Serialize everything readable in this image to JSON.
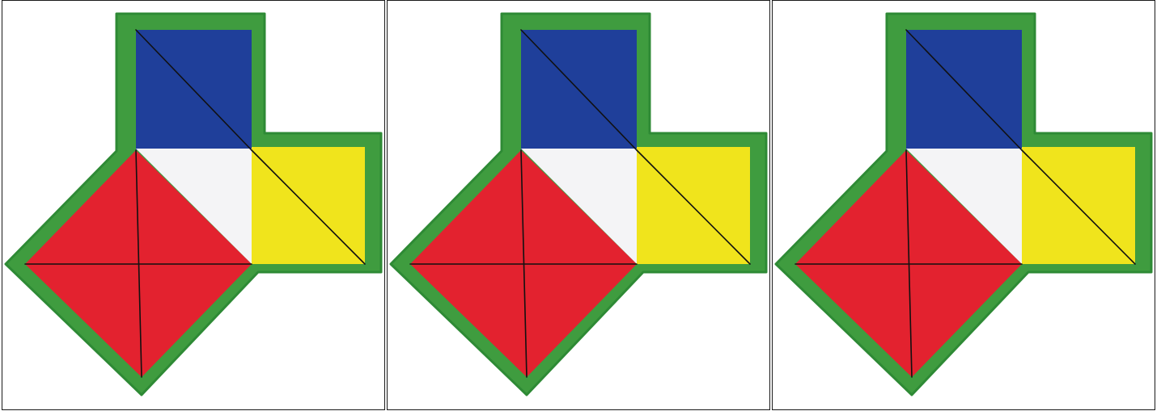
{
  "figure": {
    "panels": [
      {
        "id": "panel-1"
      },
      {
        "id": "panel-2"
      },
      {
        "id": "panel-3"
      }
    ]
  },
  "colors": {
    "frame": "#3f9c3f",
    "frame_edge": "#2e8a35",
    "blue_square": "#1f3f9a",
    "yellow_square": "#f0e41c",
    "red_square": "#e3222f",
    "white_triangle": "#f4f4f6",
    "line": "#111111",
    "panel_border": "#1a1a1a"
  }
}
